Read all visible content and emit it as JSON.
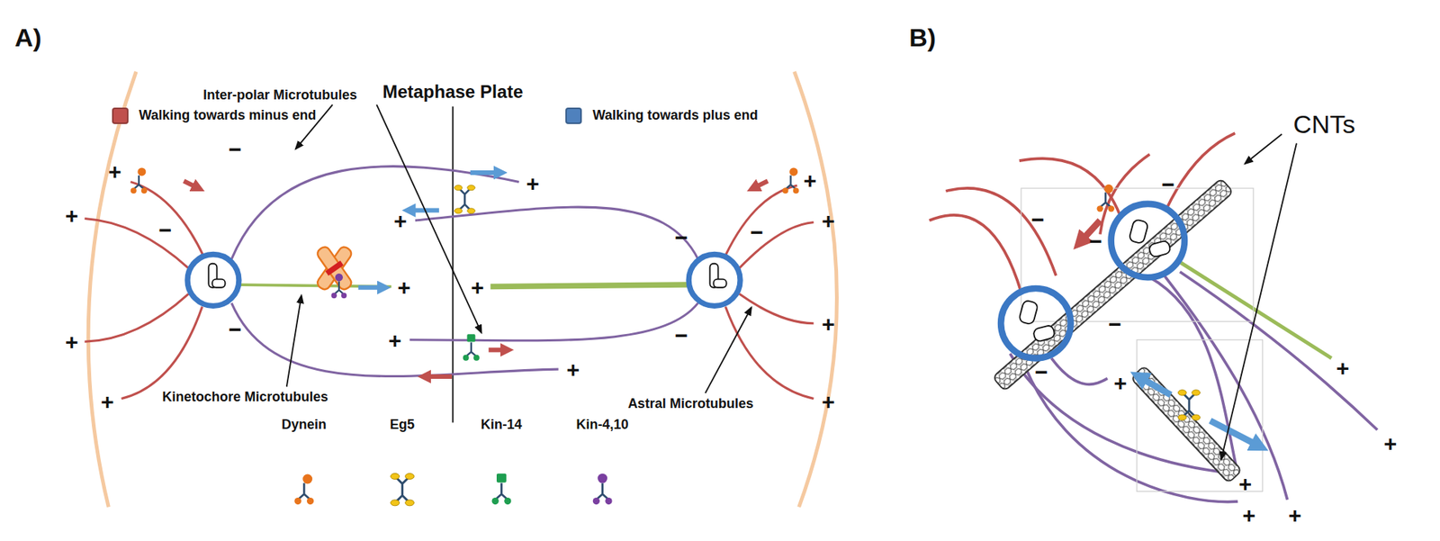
{
  "diagram": {
    "labels": [
      "A)",
      "Metaphase Plate",
      "Inter-polar Microtubules",
      "Kinetochore Microtubules",
      "Astral Microtubules",
      "+",
      "+",
      "+",
      "+",
      "+",
      "+",
      "+",
      "+",
      "+",
      "+",
      "+",
      "+",
      "+",
      "+",
      "−",
      "−",
      "−",
      "−",
      "−",
      "−",
      "B)",
      "CNTs",
      "−",
      "−",
      "−",
      "−",
      "−",
      "+",
      "+",
      "+",
      "+",
      "+",
      "+"
    ],
    "legend": [
      {
        "text": "Walking towards minus end",
        "color": "#c0504d"
      },
      {
        "text": "Walking towards plus end",
        "color": "#4f81bd"
      },
      {
        "text": "Dynein"
      },
      {
        "text": "Eg5"
      },
      {
        "text": "Kin-14"
      },
      {
        "text": "Kin-4,10"
      }
    ]
  }
}
